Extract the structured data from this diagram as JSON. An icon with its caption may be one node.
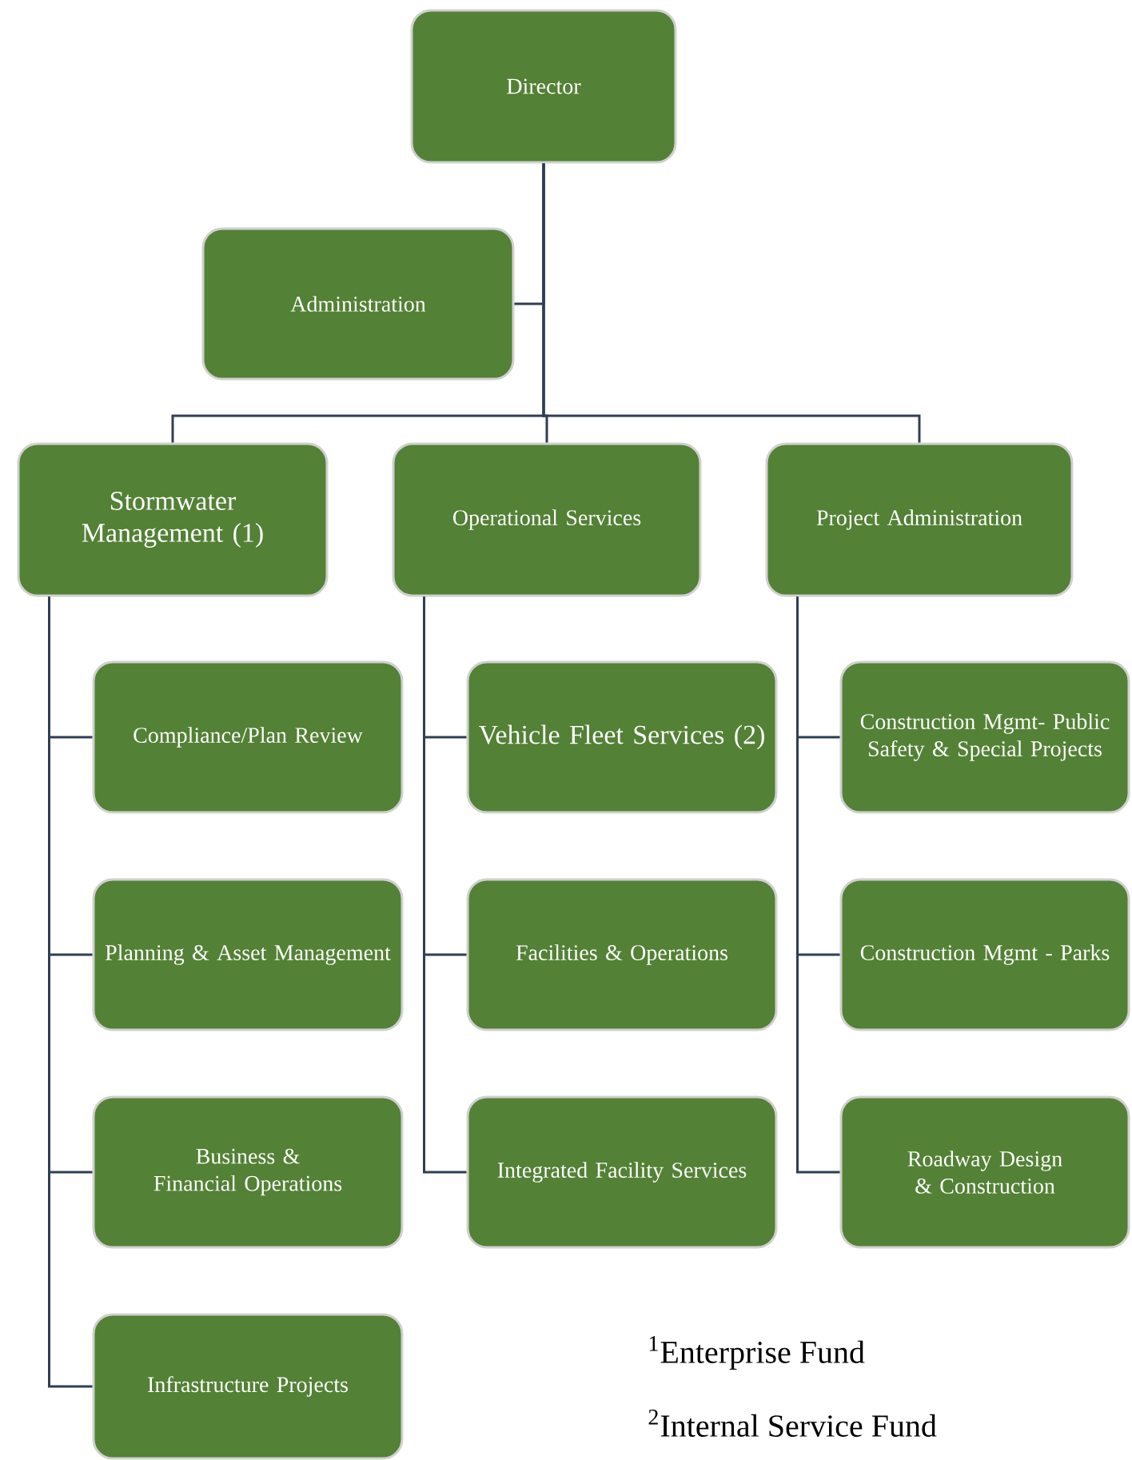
{
  "diagram": {
    "nodes": [
      {
        "text": [
          "Director"
        ]
      },
      {
        "text": [
          "Administration"
        ]
      },
      {
        "text": [
          "Stormwater Management (1)"
        ]
      },
      {
        "text": [
          "Operational Services"
        ]
      },
      {
        "text": [
          "Project Administration"
        ]
      },
      {
        "text": [
          "Compliance/Plan Review"
        ]
      },
      {
        "text": [
          "Planning & Asset Management"
        ]
      },
      {
        "text": [
          "Business & Financial Operations"
        ]
      },
      {
        "text": [
          "Infrastructure Projects"
        ]
      },
      {
        "text": [
          "Vehicle Fleet Services (2)"
        ]
      },
      {
        "text": [
          "Facilities & Operations"
        ]
      },
      {
        "text": [
          "Integrated Facility Services"
        ]
      },
      {
        "text": [
          "Construction Mgmt- Public Safety & Special Projects"
        ]
      },
      {
        "text": [
          "Construction Mgmt - Parks"
        ]
      },
      {
        "text": [
          "Roadway Design & Construction"
        ]
      }
    ],
    "edges": [
      {
        "from": 0,
        "to": 1,
        "arrow": "none"
      },
      {
        "from": 0,
        "to": 2,
        "arrow": "none"
      },
      {
        "from": 0,
        "to": 3,
        "arrow": "none"
      },
      {
        "from": 0,
        "to": 4,
        "arrow": "none"
      },
      {
        "from": 2,
        "to": 5,
        "arrow": "none"
      },
      {
        "from": 2,
        "to": 6,
        "arrow": "none"
      },
      {
        "from": 2,
        "to": 7,
        "arrow": "none"
      },
      {
        "from": 2,
        "to": 8,
        "arrow": "none"
      },
      {
        "from": 3,
        "to": 9,
        "arrow": "none"
      },
      {
        "from": 3,
        "to": 10,
        "arrow": "none"
      },
      {
        "from": 3,
        "to": 11,
        "arrow": "none"
      },
      {
        "from": 4,
        "to": 12,
        "arrow": "none"
      },
      {
        "from": 4,
        "to": 13,
        "arrow": "none"
      },
      {
        "from": 4,
        "to": 14,
        "arrow": "none"
      }
    ],
    "labels": [
      "$^{1}$Enterprise Fund",
      "$^{2}$Internal Service Fund"
    ]
  }
}
